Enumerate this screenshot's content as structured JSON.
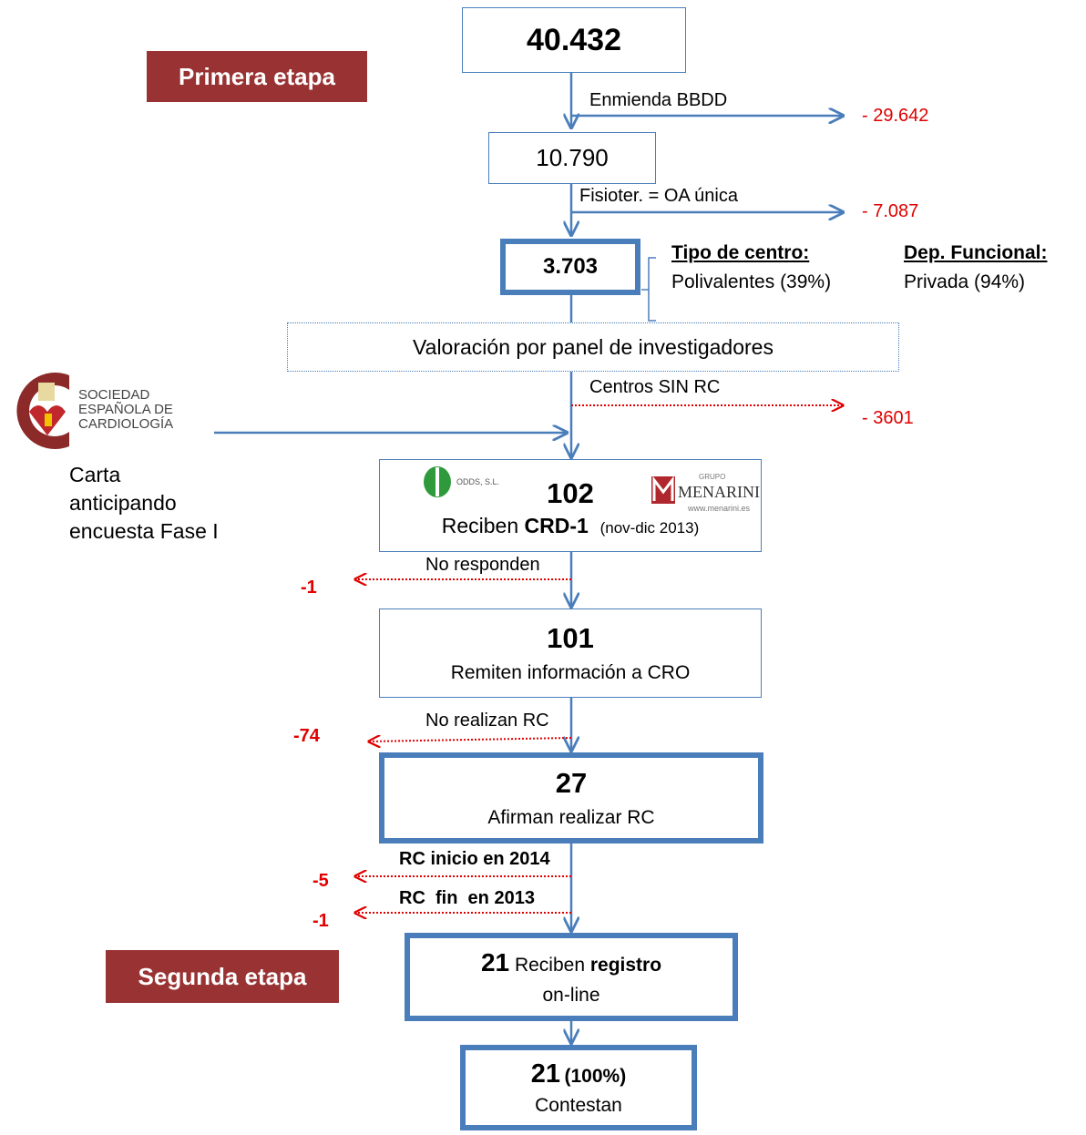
{
  "stages": {
    "first": "Primera etapa",
    "second": "Segunda etapa"
  },
  "boxes": {
    "b1": {
      "value": "40.432"
    },
    "b2": {
      "value": "10.790"
    },
    "b3": {
      "value": "3.703"
    },
    "panel": {
      "text": "Valoración por panel de investigadores"
    },
    "b4": {
      "value": "102",
      "prefix": "Reciben ",
      "bold": "CRD-1",
      "note": "(nov-dic 2013)"
    },
    "b5": {
      "value": "101",
      "text": "Remiten información a CRO"
    },
    "b6": {
      "value": "27",
      "text": "Afirman realizar RC"
    },
    "b7": {
      "value": "21",
      "prefix": "Reciben ",
      "bold": "registro",
      "line2": "on-line"
    },
    "b8": {
      "value": "21",
      "pct": "(100%)",
      "text": "Contestan"
    }
  },
  "steps": {
    "s1": {
      "label": "Enmienda BBDD",
      "removed": "- 29.642"
    },
    "s2": {
      "label": "Fisioter. = OA única",
      "removed": "- 7.087"
    },
    "s3": {
      "label": "Centros SIN RC",
      "removed": "- 3601"
    },
    "s4": {
      "label": "No responden",
      "removed": "-1"
    },
    "s5": {
      "label": "No realizan RC",
      "removed": "-74"
    },
    "s6": {
      "label": "RC inicio en 2014",
      "removed": "-5"
    },
    "s7": {
      "label": "RC  fin  en 2013",
      "removed": "-1"
    }
  },
  "side": {
    "tipo_title": "Tipo de centro:",
    "tipo_value": "Polivalentes (39%)",
    "dep_title": "Dep.  Funcional:",
    "dep_value": "Privada (94%)"
  },
  "sec_logo": {
    "line1": "SOCIEDAD",
    "line2": "ESPAÑOLA DE",
    "line3": "CARDIOLOGÍA"
  },
  "letter": {
    "line1": "Carta",
    "line2": "anticipando",
    "line3": "encuesta Fase I"
  },
  "logos": {
    "odds": "ODDS, S.L.",
    "menarini_group": "GRUPO",
    "menarini": "MENARINI",
    "menarini_url": "www.menarini.es"
  },
  "colors": {
    "box_border": "#4a7ebb",
    "removed": "#e00000",
    "stage_bg": "#993333"
  }
}
